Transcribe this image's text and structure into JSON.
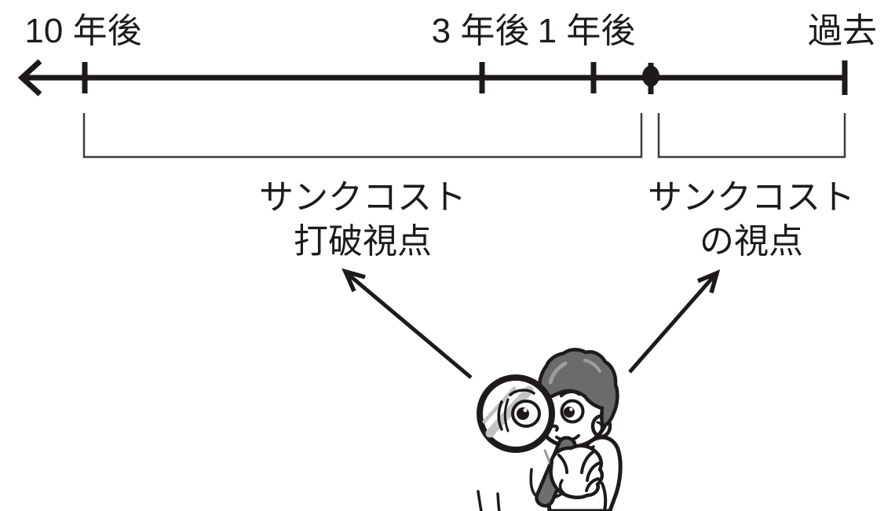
{
  "canvas": {
    "background": "#ffffff",
    "ink": "#1e1a19"
  },
  "timeline": {
    "direction": "arrow-points-left-toward-future",
    "labels": {
      "ten_years": "10 年後",
      "three_years": "3 年後",
      "one_year": "1 年後",
      "past": "過去"
    },
    "present_marker": "dot"
  },
  "ranges": {
    "breakthrough": {
      "line1": "サンクコスト",
      "line2": "打破視点"
    },
    "sunk_cost": {
      "line1": "サンクコスト",
      "line2": "の視点"
    }
  },
  "illustration": {
    "icon": "magnifying-glass-boy"
  },
  "palette": {
    "hair_gray": "#6b6b6b",
    "handle_gray": "#6e6e6e",
    "lens_highlight_gray": "#c3c3c3",
    "hair_highlight_gray": "#9d9d9d",
    "bracket_line_gray": "#3c3c3c"
  }
}
